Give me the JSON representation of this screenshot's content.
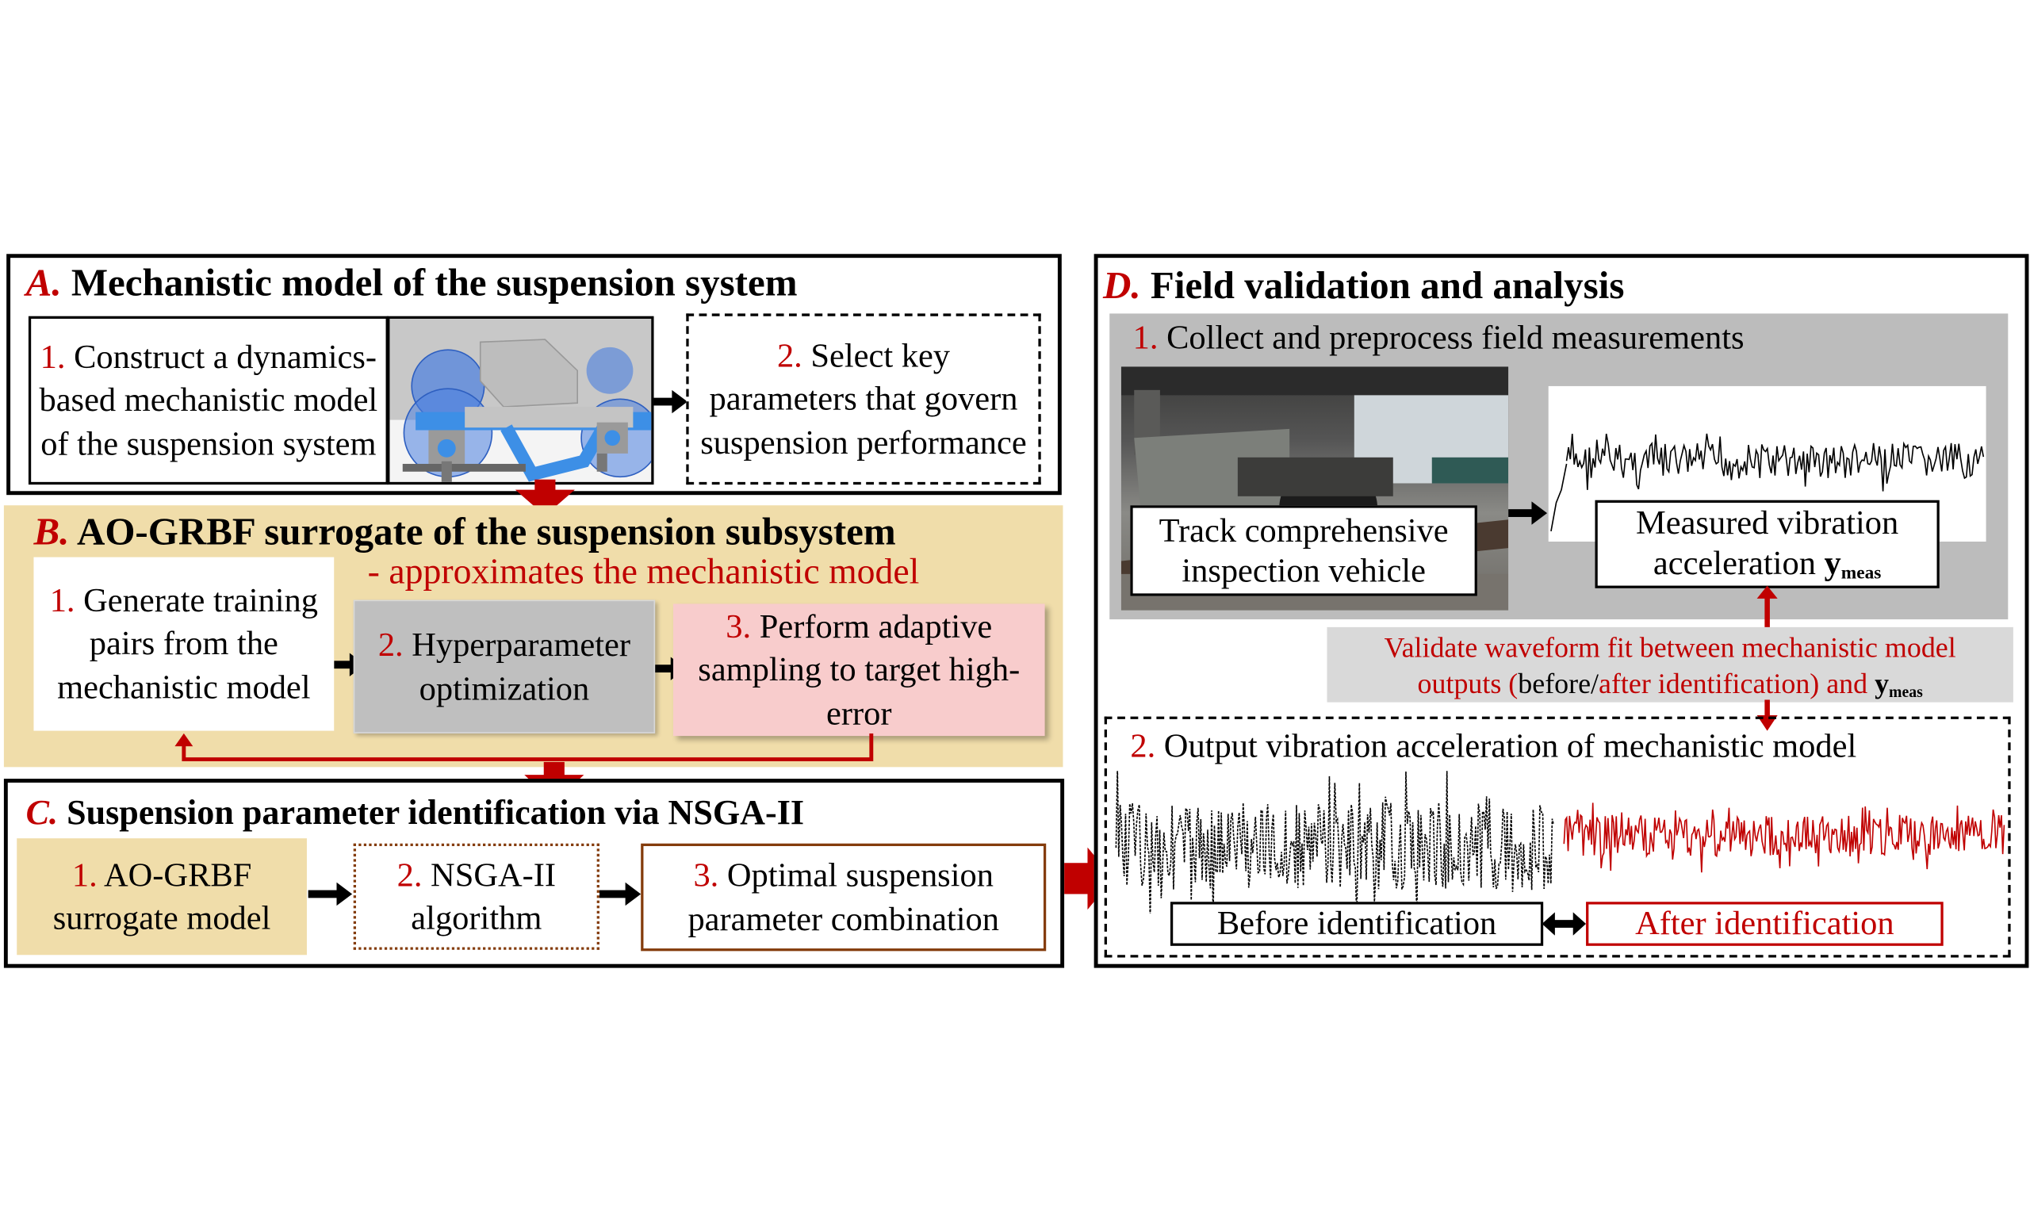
{
  "colors": {
    "accent_red": "#c00000",
    "panel_b_bg": "#f0ddaa",
    "gray_box": "#bfbfbf",
    "pink_box": "#f8cccc",
    "brown_border": "#843c0c",
    "photo_panel_bg": "#bcbcbc"
  },
  "panel_a": {
    "letter": "A.",
    "title": "Mechanistic model of the suspension system",
    "step1": {
      "num": "1.",
      "text": "Construct a dynamics-based mechanistic model of the suspension system"
    },
    "image_alt": "3D bogie suspension model rendering",
    "step2": {
      "num": "2.",
      "text": "Select key parameters that govern suspension performance"
    }
  },
  "panel_b": {
    "letter": "B.",
    "title": "AO-GRBF surrogate of the suspension subsystem",
    "subtitle": "- approximates the mechanistic model",
    "step1": {
      "num": "1.",
      "text": "Generate training pairs from the mechanistic model"
    },
    "step2": {
      "num": "2.",
      "text": "Hyperparameter optimization"
    },
    "step3": {
      "num": "3.",
      "text": "Perform adaptive sampling to target high-error"
    }
  },
  "panel_c": {
    "letter": "C.",
    "title": "Suspension parameter identification via NSGA-II",
    "step1": {
      "num": "1.",
      "text": "AO-GRBF surrogate model"
    },
    "step2": {
      "num": "2.",
      "text": "NSGA-II algorithm"
    },
    "step3": {
      "num": "3.",
      "text": "Optimal suspension parameter combination"
    }
  },
  "panel_d": {
    "letter": "D.",
    "title": "Field validation and analysis",
    "step1": {
      "num": "1.",
      "text": "Collect and preprocess field measurements"
    },
    "photo_label": "Track comprehensive inspection vehicle",
    "measured_label_line1": "Measured vibration",
    "measured_label_line2": "acceleration",
    "y_symbol": "y",
    "y_subscript": "meas",
    "validate_line1": "Validate waveform fit between mechanistic model",
    "validate_line2_a": "outputs (",
    "validate_line2_b": "before/",
    "validate_line2_c": "after identification) and",
    "step2": {
      "num": "2.",
      "text": "Output vibration acceleration of mechanistic model"
    },
    "before_label": "Before identification",
    "after_label": "After identification"
  }
}
